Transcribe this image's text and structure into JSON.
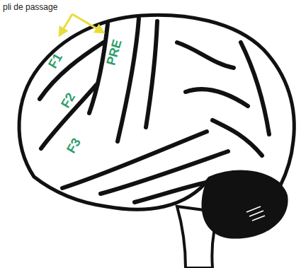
{
  "diagram": {
    "labels": [
      "pli de passage",
      "F1",
      "PRE",
      "F2",
      "F3"
    ]
  }
}
